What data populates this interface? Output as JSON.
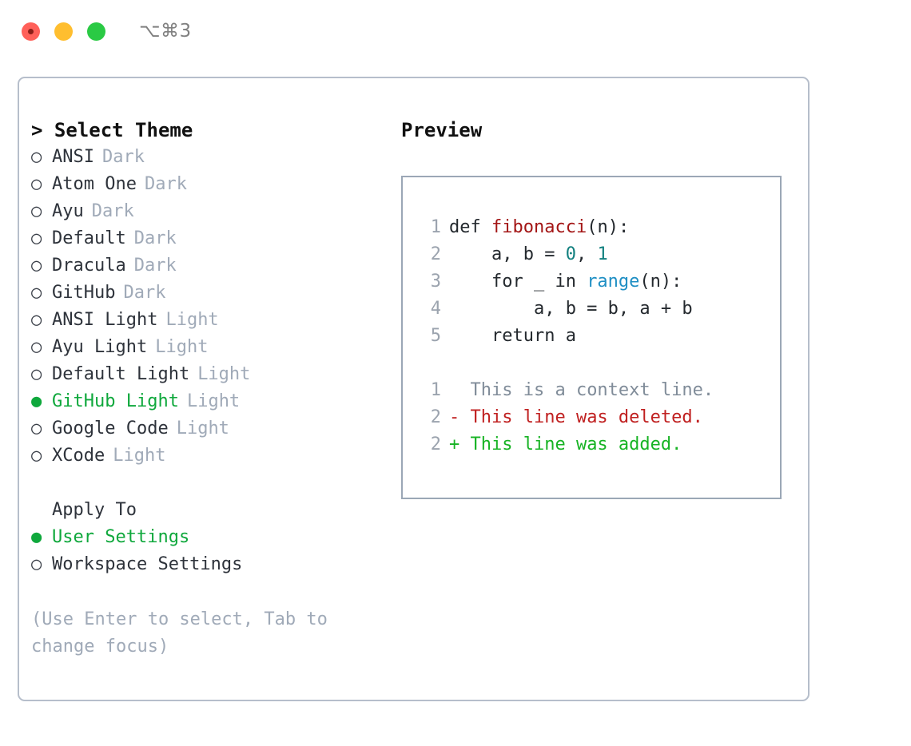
{
  "titlebar": {
    "shortcut": "⌥⌘3",
    "lights": [
      {
        "name": "close",
        "color": "#FF6059"
      },
      {
        "name": "minimize",
        "color": "#FFBE2F"
      },
      {
        "name": "maximize",
        "color": "#2ACA44"
      }
    ]
  },
  "accent": {
    "selected_green": "#0FA83C",
    "muted_gray": "#A0AAB8",
    "border": "#B6BECB"
  },
  "theme_picker": {
    "header": "> Select Theme",
    "bullet_unselected": "○",
    "bullet_selected": "●",
    "items": [
      {
        "label": "ANSI",
        "tag": "Dark",
        "selected": false
      },
      {
        "label": "Atom One",
        "tag": "Dark",
        "selected": false
      },
      {
        "label": "Ayu",
        "tag": "Dark",
        "selected": false
      },
      {
        "label": "Default",
        "tag": "Dark",
        "selected": false
      },
      {
        "label": "Dracula",
        "tag": "Dark",
        "selected": false
      },
      {
        "label": "GitHub",
        "tag": "Dark",
        "selected": false
      },
      {
        "label": "ANSI Light",
        "tag": "Light",
        "selected": false
      },
      {
        "label": "Ayu Light",
        "tag": "Light",
        "selected": false
      },
      {
        "label": "Default Light",
        "tag": "Light",
        "selected": false
      },
      {
        "label": "GitHub Light",
        "tag": "Light",
        "selected": true
      },
      {
        "label": "Google Code",
        "tag": "Light",
        "selected": false
      },
      {
        "label": "XCode",
        "tag": "Light",
        "selected": false
      }
    ]
  },
  "apply_to": {
    "title": "Apply To",
    "items": [
      {
        "label": "User Settings",
        "selected": true
      },
      {
        "label": "Workspace Settings",
        "selected": false
      }
    ]
  },
  "hint": "(Use Enter to select, Tab to change focus)",
  "preview": {
    "title": "Preview",
    "code_lines": [
      {
        "num": "1",
        "segments": [
          {
            "text": "def ",
            "token": "plain"
          },
          {
            "text": "fibonacci",
            "token": "fn"
          },
          {
            "text": "(n):",
            "token": "plain"
          }
        ]
      },
      {
        "num": "2",
        "segments": [
          {
            "text": "    a, b = ",
            "token": "plain"
          },
          {
            "text": "0",
            "token": "num"
          },
          {
            "text": ", ",
            "token": "plain"
          },
          {
            "text": "1",
            "token": "num"
          }
        ]
      },
      {
        "num": "3",
        "segments": [
          {
            "text": "    for _ in ",
            "token": "plain"
          },
          {
            "text": "range",
            "token": "call"
          },
          {
            "text": "(n):",
            "token": "plain"
          }
        ]
      },
      {
        "num": "4",
        "segments": [
          {
            "text": "        a, b = b, a + b",
            "token": "plain"
          }
        ]
      },
      {
        "num": "5",
        "segments": [
          {
            "text": "    return a",
            "token": "plain"
          }
        ]
      }
    ],
    "diff_lines": [
      {
        "num": "1",
        "marker": " ",
        "text": " This is a context line.",
        "kind": "context"
      },
      {
        "num": "2",
        "marker": "-",
        "text": " This line was deleted.",
        "kind": "deleted"
      },
      {
        "num": "2",
        "marker": "+",
        "text": " This line was added.",
        "kind": "added"
      }
    ]
  }
}
